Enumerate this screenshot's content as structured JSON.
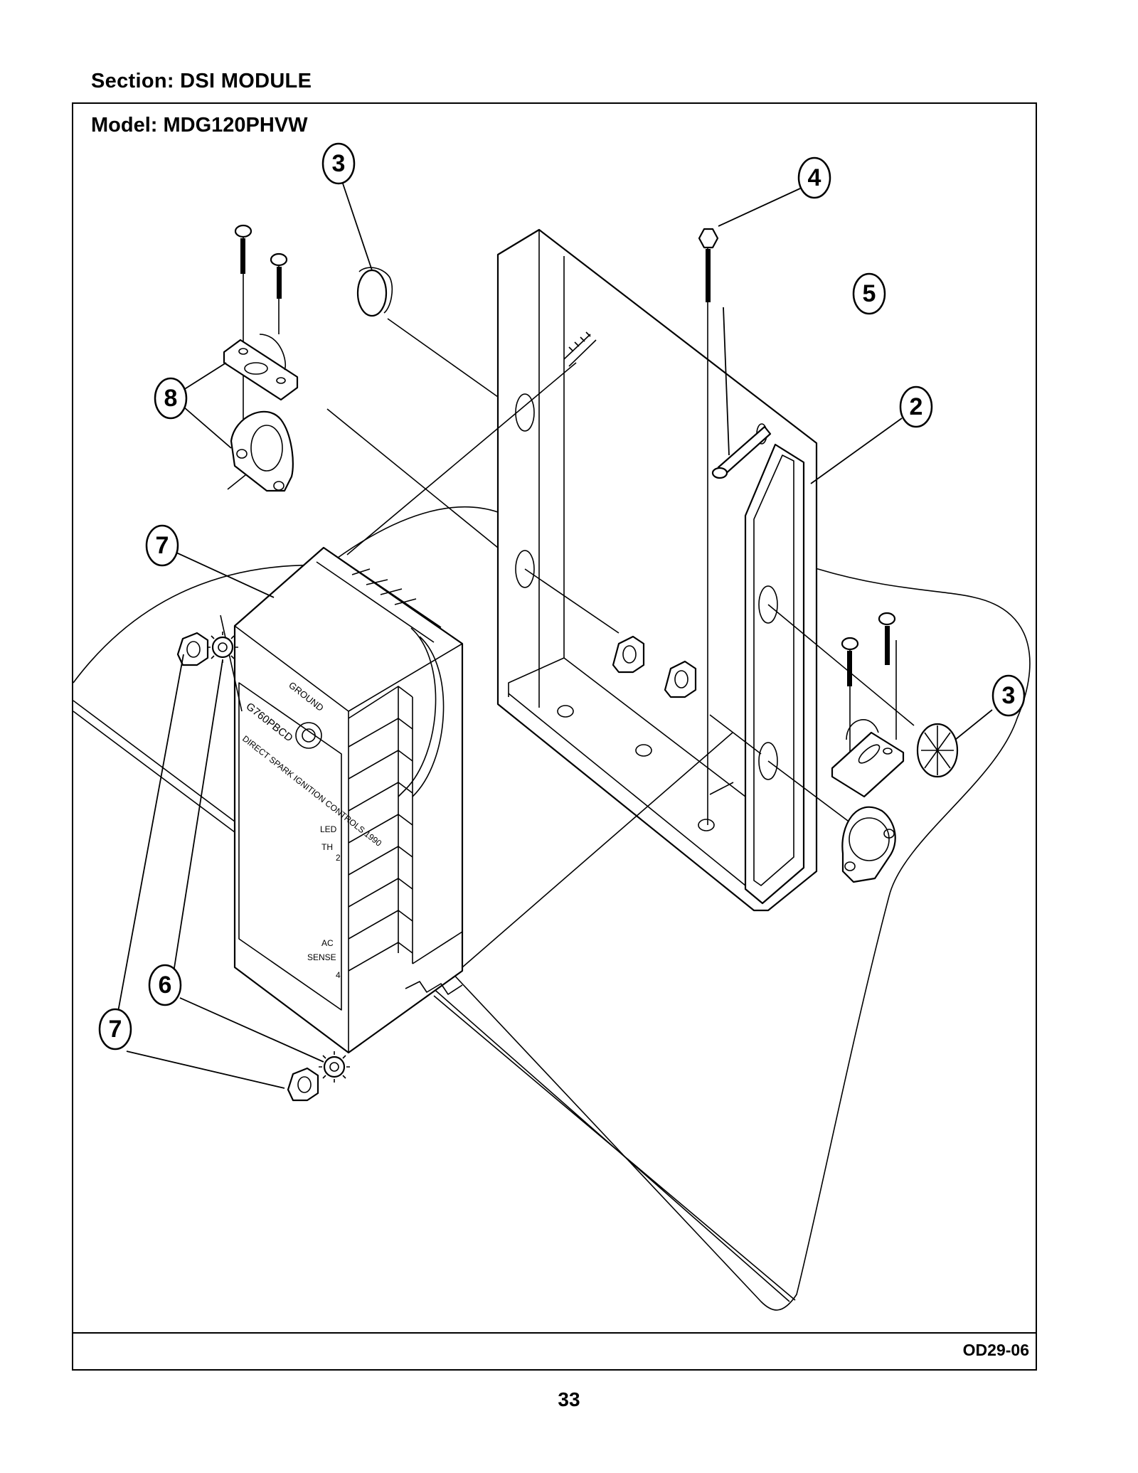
{
  "header": {
    "section": "Section:  DSI MODULE",
    "model": "Model:  MDG120PHVW"
  },
  "footer": {
    "drawing_code": "OD29-06",
    "page_number": "33"
  },
  "callouts": [
    "3",
    "4",
    "5",
    "8",
    "2",
    "7",
    "3",
    "6",
    "7"
  ],
  "module_label_text": [
    "G760PBCD",
    "GROUND",
    "DIRECT SPARK IGNITION CONTROLS 1990",
    "LED",
    "TH",
    "2",
    "AC",
    "SENSE",
    "4"
  ]
}
